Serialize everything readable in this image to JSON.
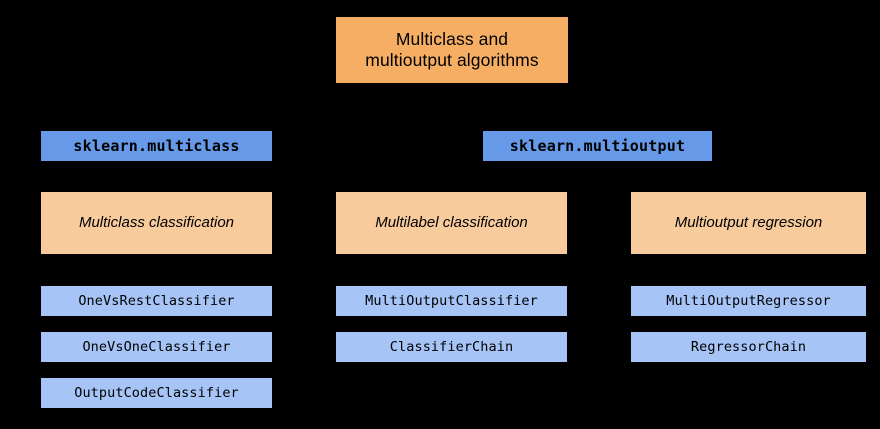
{
  "diagram": {
    "title_node": {
      "label": "Multiclass and\nmultioutput algorithms",
      "color": "#f5ae63"
    },
    "colors": {
      "background": "#000000",
      "root_fill": "#f5ae63",
      "module_fill": "#6699e8",
      "category_fill": "#f8cb9c",
      "class_fill": "#a6c4f5",
      "text": "#000000"
    },
    "modules": [
      {
        "label": "sklearn.multiclass"
      },
      {
        "label": "sklearn.multioutput"
      }
    ],
    "categories": [
      {
        "label": "Multiclass classification"
      },
      {
        "label": "Multilabel classification"
      },
      {
        "label": "Multioutput regression"
      }
    ],
    "columns": [
      {
        "classes": [
          {
            "label": "OneVsRestClassifier"
          },
          {
            "label": "OneVsOneClassifier"
          },
          {
            "label": "OutputCodeClassifier"
          }
        ]
      },
      {
        "classes": [
          {
            "label": "MultiOutputClassifier"
          },
          {
            "label": "ClassifierChain"
          }
        ]
      },
      {
        "classes": [
          {
            "label": "MultiOutputRegressor"
          },
          {
            "label": "RegressorChain"
          }
        ]
      }
    ]
  }
}
